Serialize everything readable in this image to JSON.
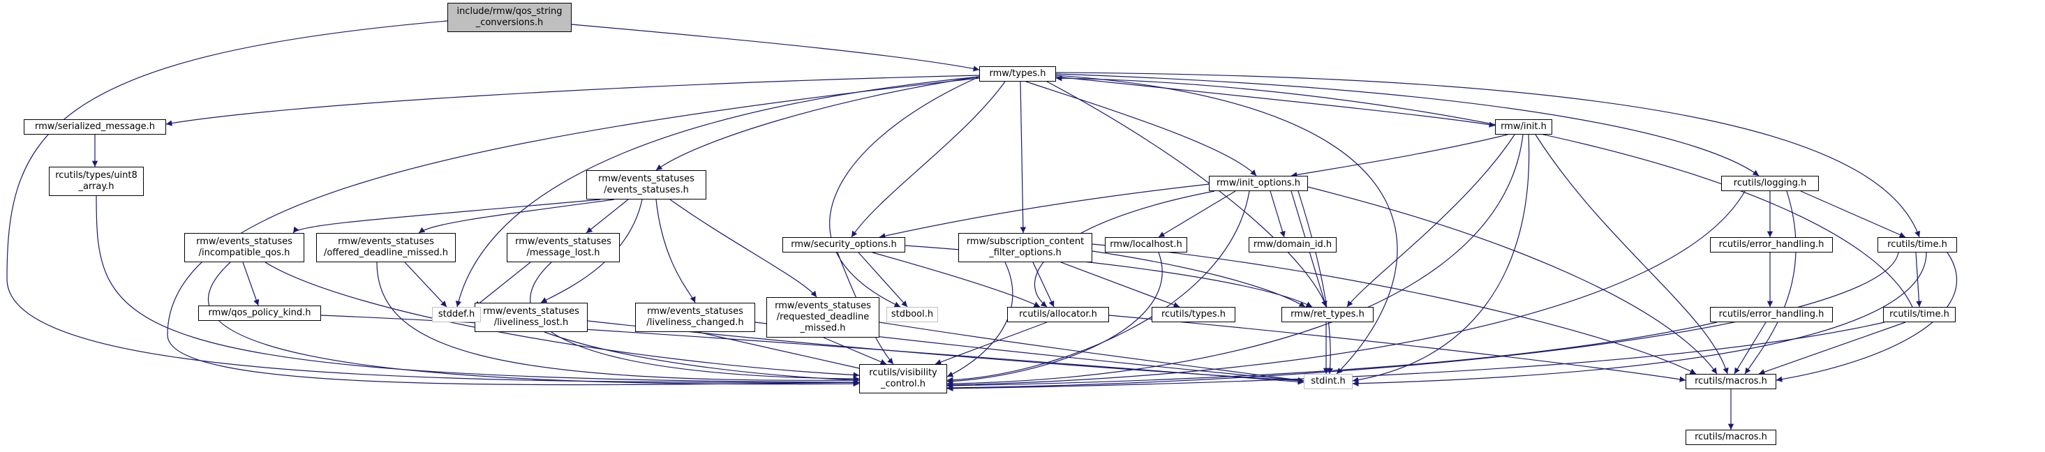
{
  "title": "",
  "nodes": {
    "qos_string": "include/rmw/qos_string\n_conversions.h",
    "types": "rmw/types.h",
    "serialized_message": "rmw/serialized_message.h",
    "uint8_array": "rcutils/types/uint8\n_array.h",
    "events_statuses": "rmw/events_statuses\n/events_statuses.h",
    "incompatible_qos": "rmw/events_statuses\n/incompatible_qos.h",
    "offered_deadline_missed": "rmw/events_statuses\n/offered_deadline_missed.h",
    "message_lost": "rmw/events_statuses\n/message_lost.h",
    "qos_policy_kind": "rmw/qos_policy_kind.h",
    "liveliness_lost": "rmw/events_statuses\n/liveliness_lost.h",
    "liveliness_changed": "rmw/events_statuses\n/liveliness_changed.h",
    "requested_deadline_missed": "rmw/events_statuses\n/requested_deadline\n_missed.h",
    "stddef": "stddef.h",
    "stdbool": "stdbool.h",
    "security_options": "rmw/security_options.h",
    "init_options": "rmw/init_options.h",
    "subscription_content": "rmw/subscription_content\n_filter_options.h",
    "localhost": "rmw/localhost.h",
    "domain_id": "rmw/domain_id.h",
    "init": "rmw/init.h",
    "rcutils_allocator": "rcutils/allocator.h",
    "rcutils_types": "rcutils/types.h",
    "ret_types": "rmw/ret_types.h",
    "visibility_control": "rcutils/visibility\n_control.h",
    "stdint": "stdint.h",
    "rcutils_logging": "rcutils/logging.h",
    "error_handling_a": "rcutils/error_handling.h",
    "error_handling_b": "rcutils/error_handling.h",
    "rcutils_time_a": "rcutils/time.h",
    "rcutils_time_b": "rcutils/time.h",
    "macros_a": "rcutils/macros.h",
    "macros_b": "rcutils/macros.h"
  },
  "colors": {
    "edge": "#191970",
    "root_fill": "#bfbfbf",
    "ext_border": "#bfbfbf"
  }
}
